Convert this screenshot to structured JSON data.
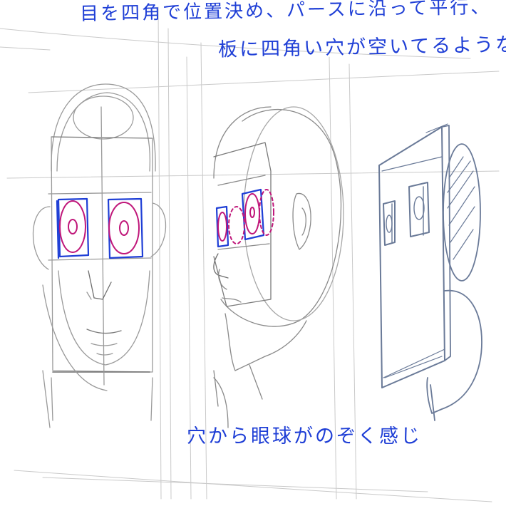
{
  "annotations": {
    "line1": "目を四角で位置決め、パースに沿って平行、",
    "line2": "板に四角い穴が空いてるような",
    "line3": "穴から眼球がのぞく感じ"
  },
  "colors": {
    "pencil": "#9a9a9a",
    "pencil_dark": "#6e6e6e",
    "blue_ink": "#1f3fd6",
    "magenta_ink": "#c0177a",
    "slate_ink": "#6a7a98"
  },
  "figures": [
    "front-view-head",
    "three-quarter-view-head",
    "board-with-holes-diagram"
  ]
}
